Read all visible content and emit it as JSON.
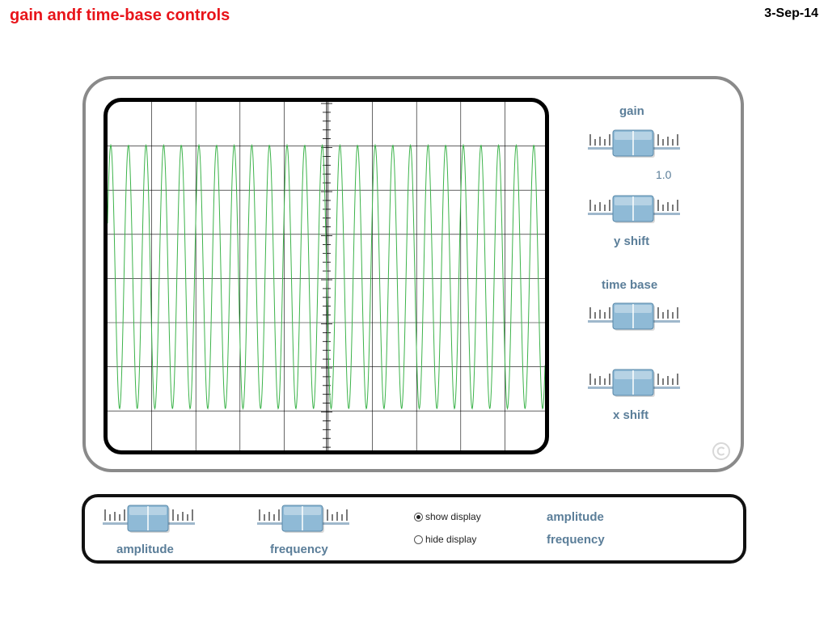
{
  "slide": {
    "title": "gain andf time-base controls",
    "date": "3-Sep-14"
  },
  "oscilloscope": {
    "controls": {
      "gain_label": "gain",
      "gain_value": "1.0",
      "yshift_label": "y shift",
      "timebase_label": "time base",
      "xshift_label": "x shift"
    },
    "copyright_glyph": "©",
    "trace_color": "#3cb34a",
    "grid_color": "#000000"
  },
  "bottom_panel": {
    "amplitude_slider_label": "amplitude",
    "frequency_slider_label": "frequency",
    "show_display_label": "show display",
    "hide_display_label": "hide display",
    "display_selected": "show display",
    "legend_amplitude": "amplitude",
    "legend_frequency": "frequency"
  },
  "colors": {
    "title": "#e8141a",
    "control_label": "#5b7e99",
    "slider_knob": "#8fbad6",
    "panel_border": "#8a8a8a"
  },
  "icons": [
    "slider-knob-icon",
    "copyright-icon",
    "radio-icon"
  ]
}
